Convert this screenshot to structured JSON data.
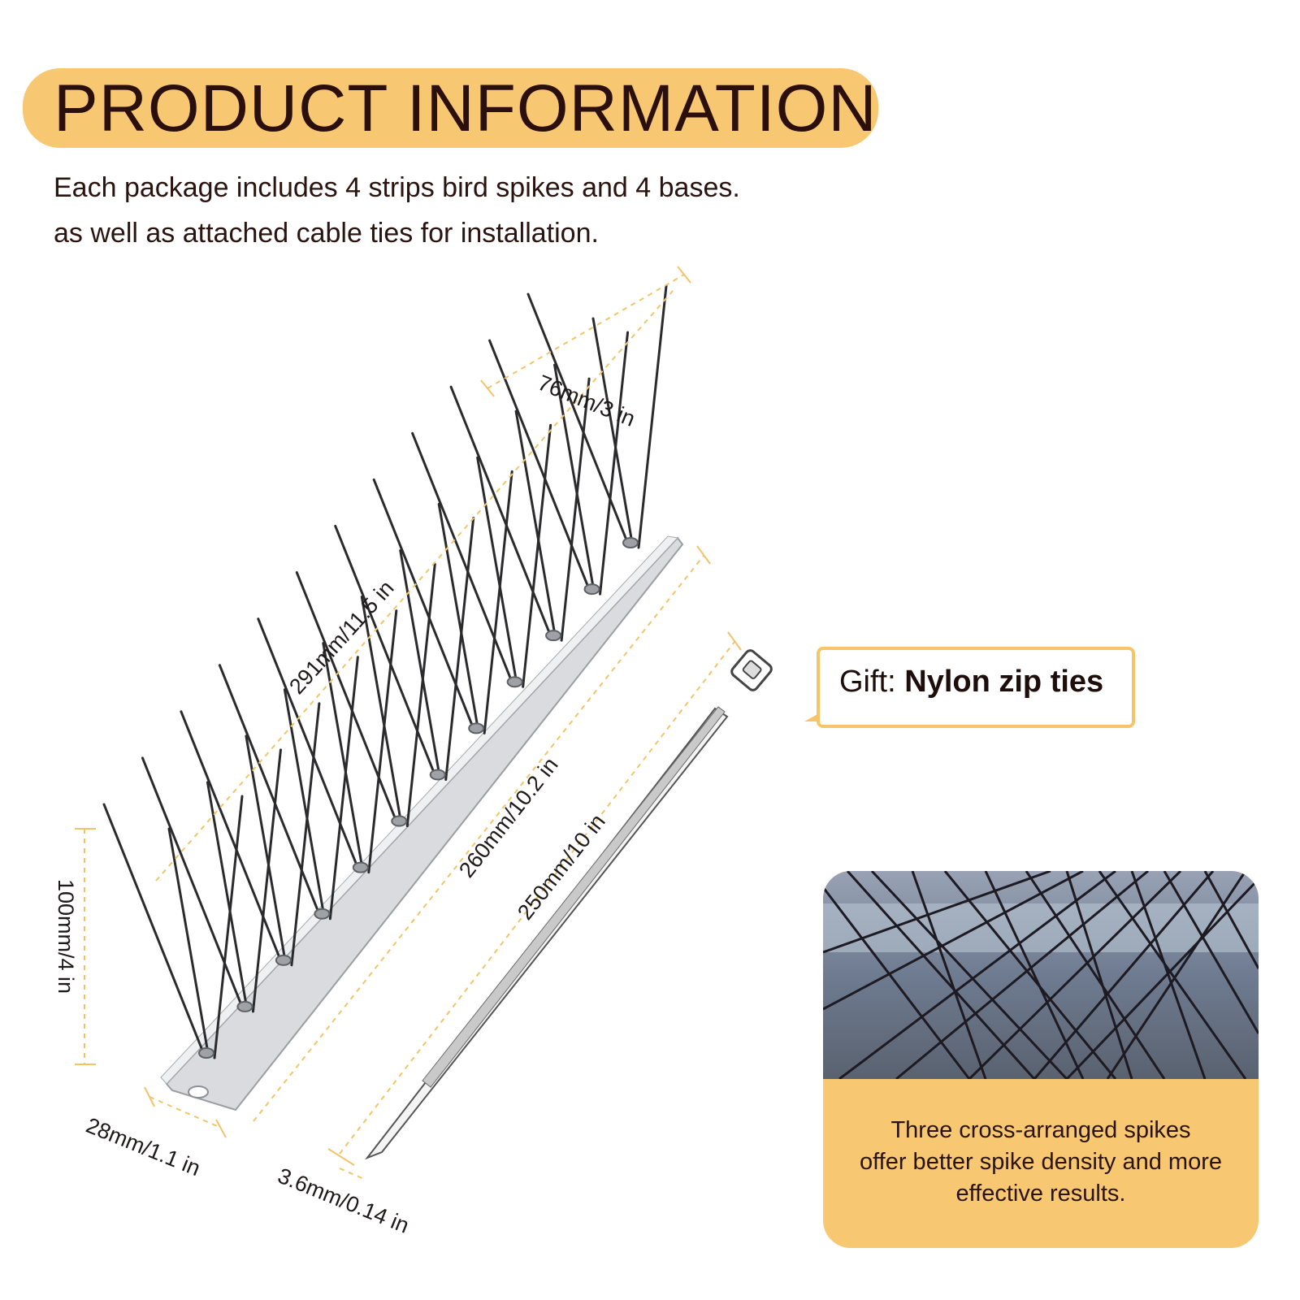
{
  "header": {
    "title": "PRODUCT INFORMATION",
    "description_line1": "Each package includes 4 strips bird spikes and 4 bases.",
    "description_line2": "as well as attached cable ties for installation."
  },
  "dimensions": {
    "spike_width": "76mm/3 in",
    "strip_length": "291mm/11.5 in",
    "base_length": "260mm/10.2 in",
    "zip_tie_length": "250mm/10 in",
    "height": "100mm/4 in",
    "base_width": "28mm/1.1 in",
    "zip_tie_width": "3.6mm/0.14 in"
  },
  "gift": {
    "label": "Gift:",
    "value": "Nylon zip ties"
  },
  "feature_card": {
    "line1": "Three cross-arranged spikes",
    "line2": "offer better spike density and more",
    "line3": "effective results."
  },
  "colors": {
    "accent": "#f8c772",
    "dimension_line": "#f2c46a",
    "text": "#2a1410"
  }
}
